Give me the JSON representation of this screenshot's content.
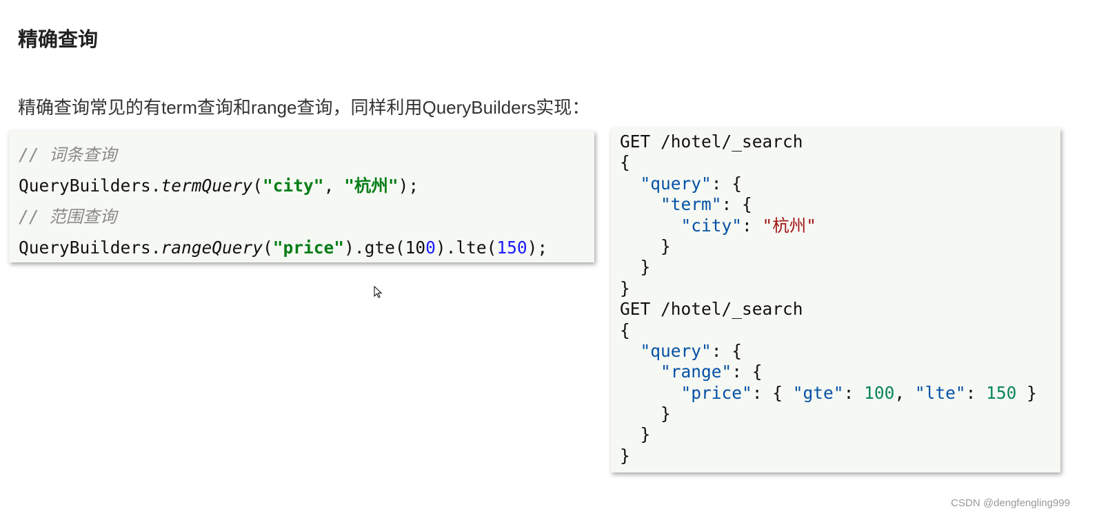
{
  "heading": "精确查询",
  "intro": "精确查询常见的有term查询和range查询，同样利用QueryBuilders实现：",
  "java_code": [
    [
      {
        "t": "// 词条查询",
        "c": "cm"
      }
    ],
    [
      {
        "t": "QueryBuilders.",
        "c": ""
      },
      {
        "t": "termQuery",
        "c": "it"
      },
      {
        "t": "(",
        "c": ""
      },
      {
        "t": "\"city\"",
        "c": "str"
      },
      {
        "t": ", ",
        "c": ""
      },
      {
        "t": "\"杭州\"",
        "c": "str"
      },
      {
        "t": ");",
        "c": ""
      }
    ],
    [
      {
        "t": "// 范围查询",
        "c": "cm"
      }
    ],
    [
      {
        "t": "QueryBuilders.",
        "c": ""
      },
      {
        "t": "rangeQuery",
        "c": "it"
      },
      {
        "t": "(",
        "c": ""
      },
      {
        "t": "\"price\"",
        "c": "str"
      },
      {
        "t": ").gte(10",
        "c": ""
      },
      {
        "t": "0",
        "c": "num"
      },
      {
        "t": ").lte(",
        "c": ""
      },
      {
        "t": "150",
        "c": "num"
      },
      {
        "t": ");",
        "c": ""
      }
    ]
  ],
  "dsl_code": [
    [
      {
        "t": "GET /hotel/_search",
        "c": ""
      }
    ],
    [
      {
        "t": "{",
        "c": ""
      }
    ],
    [
      {
        "t": "  ",
        "c": ""
      },
      {
        "t": "\"query\"",
        "c": "key"
      },
      {
        "t": ": {",
        "c": ""
      }
    ],
    [
      {
        "t": "    ",
        "c": ""
      },
      {
        "t": "\"term\"",
        "c": "key"
      },
      {
        "t": ": {",
        "c": ""
      }
    ],
    [
      {
        "t": "      ",
        "c": ""
      },
      {
        "t": "\"city\"",
        "c": "key"
      },
      {
        "t": ": ",
        "c": ""
      },
      {
        "t": "\"杭州\"",
        "c": "val"
      }
    ],
    [
      {
        "t": "    }",
        "c": ""
      }
    ],
    [
      {
        "t": "  }",
        "c": ""
      }
    ],
    [
      {
        "t": "}",
        "c": ""
      }
    ],
    [
      {
        "t": "GET /hotel/_search",
        "c": ""
      }
    ],
    [
      {
        "t": "{",
        "c": ""
      }
    ],
    [
      {
        "t": "  ",
        "c": ""
      },
      {
        "t": "\"query\"",
        "c": "key"
      },
      {
        "t": ": {",
        "c": ""
      }
    ],
    [
      {
        "t": "    ",
        "c": ""
      },
      {
        "t": "\"range\"",
        "c": "key"
      },
      {
        "t": ": {",
        "c": ""
      }
    ],
    [
      {
        "t": "      ",
        "c": ""
      },
      {
        "t": "\"price\"",
        "c": "key"
      },
      {
        "t": ": { ",
        "c": ""
      },
      {
        "t": "\"gte\"",
        "c": "key"
      },
      {
        "t": ": ",
        "c": ""
      },
      {
        "t": "100",
        "c": "jnum"
      },
      {
        "t": ", ",
        "c": ""
      },
      {
        "t": "\"lte\"",
        "c": "key"
      },
      {
        "t": ": ",
        "c": ""
      },
      {
        "t": "150",
        "c": "jnum"
      },
      {
        "t": " }",
        "c": ""
      }
    ],
    [
      {
        "t": "    }",
        "c": ""
      }
    ],
    [
      {
        "t": "  }",
        "c": ""
      }
    ],
    [
      {
        "t": "}",
        "c": ""
      }
    ]
  ],
  "watermark": "CSDN @dengfengling999",
  "colors": {
    "string": "#067d17",
    "number": "#1a1aff",
    "json_key": "#0451a5",
    "json_string": "#a31515",
    "json_number": "#098658",
    "comment": "#8a8a8a"
  }
}
